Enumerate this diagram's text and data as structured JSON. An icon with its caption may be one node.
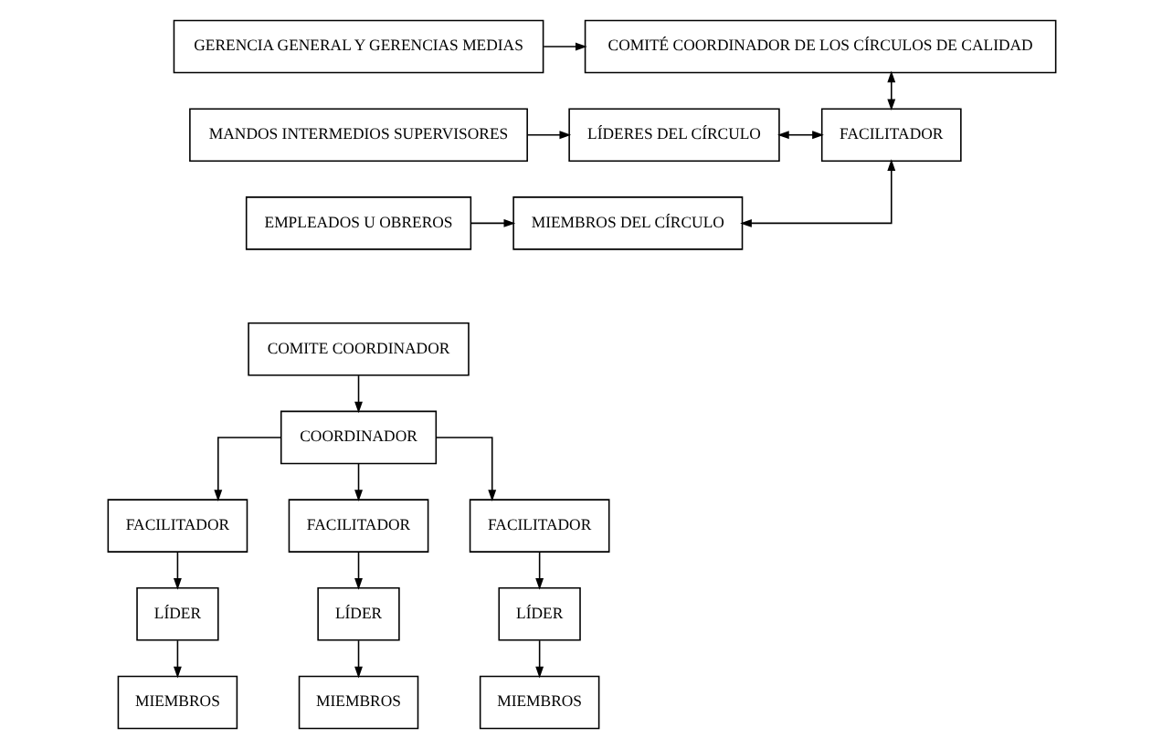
{
  "diagram": {
    "nodes": [
      {
        "text": [
          "GERENCIA GENERAL Y GERENCIAS MEDIAS"
        ]
      },
      {
        "text": [
          "COMITÉ COORDINADOR DE LOS CÍRCULOS DE CALIDAD"
        ]
      },
      {
        "text": [
          "MANDOS INTERMEDIOS SUPERVISORES"
        ]
      },
      {
        "text": [
          "LÍDERES DEL CÍRCULO"
        ]
      },
      {
        "text": [
          "FACILITADOR"
        ]
      },
      {
        "text": [
          "EMPLEADOS U OBREROS"
        ]
      },
      {
        "text": [
          "MIEMBROS DEL CÍRCULO"
        ]
      },
      {
        "text": [
          "COMITE COORDINADOR"
        ]
      },
      {
        "text": [
          "COORDINADOR"
        ]
      },
      {
        "text": [
          "FACILITADOR"
        ]
      },
      {
        "text": [
          "FACILITADOR"
        ]
      },
      {
        "text": [
          "FACILITADOR"
        ]
      },
      {
        "text": [
          "LÍDER"
        ]
      },
      {
        "text": [
          "LÍDER"
        ]
      },
      {
        "text": [
          "LÍDER"
        ]
      },
      {
        "text": [
          "MIEMBROS"
        ]
      },
      {
        "text": [
          "MIEMBROS"
        ]
      },
      {
        "text": [
          "MIEMBROS"
        ]
      }
    ],
    "edges": [
      {
        "from": 0,
        "to": 1,
        "arrow": "to"
      },
      {
        "from": 1,
        "to": 4,
        "arrow": "both"
      },
      {
        "from": 2,
        "to": 3,
        "arrow": "to"
      },
      {
        "from": 3,
        "to": 4,
        "arrow": "both"
      },
      {
        "from": 5,
        "to": 6,
        "arrow": "to"
      },
      {
        "from": 6,
        "to": 4,
        "arrow": "both"
      },
      {
        "from": 7,
        "to": 8,
        "arrow": "to"
      },
      {
        "from": 8,
        "to": 9,
        "arrow": "to"
      },
      {
        "from": 8,
        "to": 10,
        "arrow": "to"
      },
      {
        "from": 8,
        "to": 11,
        "arrow": "to"
      },
      {
        "from": 9,
        "to": 12,
        "arrow": "to"
      },
      {
        "from": 10,
        "to": 13,
        "arrow": "to"
      },
      {
        "from": 11,
        "to": 14,
        "arrow": "to"
      },
      {
        "from": 12,
        "to": 15,
        "arrow": "to"
      },
      {
        "from": 13,
        "to": 16,
        "arrow": "to"
      },
      {
        "from": 14,
        "to": 17,
        "arrow": "to"
      }
    ]
  }
}
